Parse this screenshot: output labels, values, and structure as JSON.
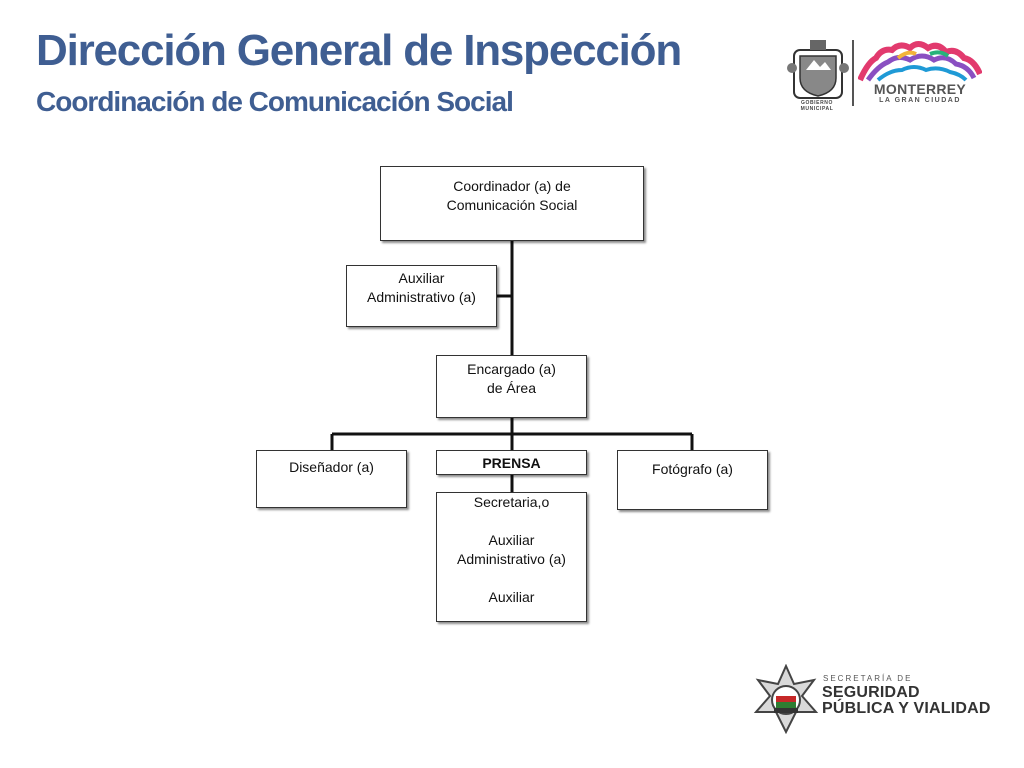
{
  "header": {
    "title": "Dirección General de Inspección",
    "subtitle": "Coordinación de Comunicación Social"
  },
  "logos": {
    "seal_caption": "Gobierno Municipal",
    "city_name": "MONTERREY",
    "city_tagline": "LA GRAN CIUDAD",
    "secretaria_prefix": "SECRETARÍA DE",
    "secretaria_line1": "SEGURIDAD",
    "secretaria_line2": "PÚBLICA Y VIALIDAD"
  },
  "org_chart": {
    "coordinator": {
      "line1": "Coordinador (a) de",
      "line2": "Comunicación Social"
    },
    "assistant": {
      "line1": "Auxiliar",
      "line2": "Administrativo (a)"
    },
    "area_manager": {
      "line1": "Encargado (a)",
      "line2": "de Área"
    },
    "designer": {
      "line1": "Diseñador (a)"
    },
    "press": {
      "line1": "PRENSA"
    },
    "photographer": {
      "line1": "Fotógrafo (a)"
    },
    "press_staff": {
      "line1": "Secretaria,o",
      "line2": "Auxiliar",
      "line3": "Administrativo (a)",
      "line4": "Auxiliar"
    }
  },
  "colors": {
    "title": "#3f5e92",
    "connector": "#111111",
    "box_border": "#333333"
  }
}
